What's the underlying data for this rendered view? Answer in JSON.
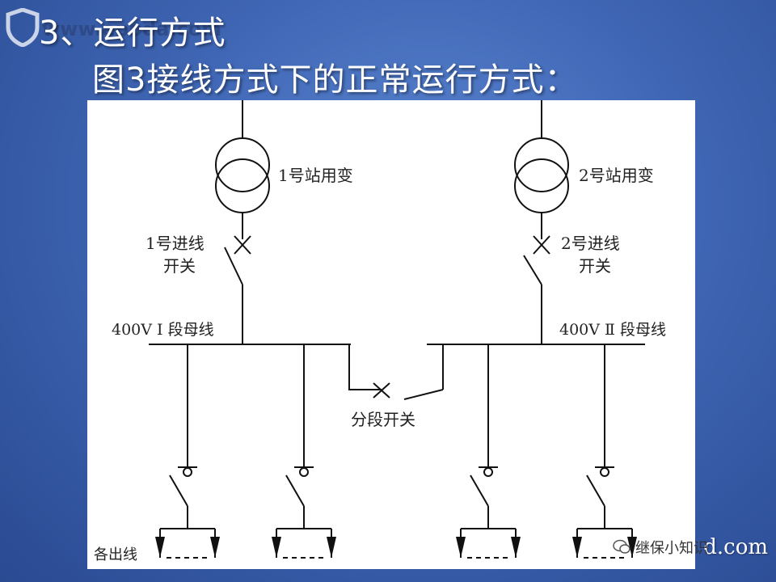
{
  "slide": {
    "title_line1": "3、运行方式",
    "title_line2": "图3接线方式下的正常运行方式：",
    "watermark_top": "www.epoda.com",
    "watermark_bottom_url": "d.com",
    "watermark_bottom_text": "继保小知识"
  },
  "diagram": {
    "transformer1": "1号站用变",
    "transformer2": "2号站用变",
    "incoming1_line1": "1号进线",
    "incoming1_line2": "开关",
    "incoming2_line1": "2号进线",
    "incoming2_line2": "开关",
    "busbar1": "400V Ⅰ 段母线",
    "busbar2": "400V Ⅱ 段母线",
    "bus_tie": "分段开关",
    "outgoing": "各出线"
  },
  "colors": {
    "background": "#3f66b4",
    "panel": "#ffffff",
    "line": "#111111"
  }
}
